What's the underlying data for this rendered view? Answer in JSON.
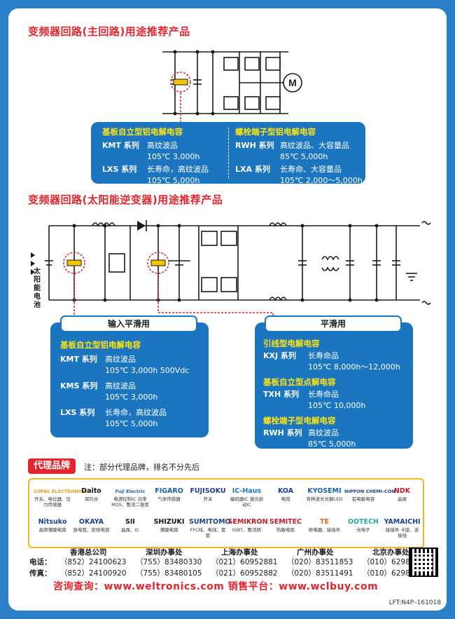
{
  "section1": {
    "title": "变频器回路(主回路)用途推荐产品",
    "motor_label": "M",
    "box": {
      "left_title": "基板自立型铝电解电容",
      "left_items": [
        {
          "name": "KMT 系列",
          "desc1": "高纹波品",
          "desc2": "105℃ 3,000h"
        },
        {
          "name": "LXS 系列",
          "desc1": "长寿命，高纹波品",
          "desc2": "105℃ 5,000h"
        }
      ],
      "right_title": "螺栓端子型铝电解电容",
      "right_items": [
        {
          "name": "RWH 系列",
          "desc1": "高纹波品、大容量品",
          "desc2": "85℃ 5,000h"
        },
        {
          "name": "LXA 系列",
          "desc1": "长寿命、大容量品",
          "desc2": "105℃ 2,000～5,000h"
        }
      ]
    }
  },
  "section2": {
    "title": "变频器回路(太阳能逆变器)用途推荐产品",
    "solar_label": "太阳能电池",
    "input_box": {
      "head": "输入平滑用",
      "title": "基板自立型铝电解电容",
      "items": [
        {
          "name": "KMT 系列",
          "desc1": "高纹波品",
          "desc2": "105℃ 3,000h 500Vdc"
        },
        {
          "name": "KMS 系列",
          "desc1": "高纹波品",
          "desc2": "105℃ 3,000h"
        },
        {
          "name": "LXS 系列",
          "desc1": "长寿命，高纹波品",
          "desc2": "105℃ 5,000h"
        }
      ]
    },
    "smooth_box": {
      "head": "平滑用",
      "groups": [
        {
          "title": "引线型电解电容",
          "name": "KXJ 系列",
          "desc1": "长寿命品",
          "desc2": "105℃ 8,000h～12,000h"
        },
        {
          "title": "基板自立型点解电容",
          "name": "TXH 系列",
          "desc1": "长寿命品",
          "desc2": "105℃ 10,000h"
        },
        {
          "title": "螺栓端子型电解电容",
          "name": "RWH 系列",
          "desc1": "高纹波品",
          "desc2": "85℃ 5,000h"
        }
      ]
    }
  },
  "agents": {
    "tag": "代理品牌",
    "note": "注：部分代理品牌，排名不分先后",
    "brands_row1": [
      {
        "logo": "COPAL ELECTRONICS",
        "desc": "开关、电位器、压力传感器",
        "color": "#e39a1c"
      },
      {
        "logo": "Daito",
        "desc": "保险丝",
        "color": "#111111"
      },
      {
        "logo": "Fuji Electric",
        "desc": "电源控制IC 功率MOS、整流二极管",
        "color": "#1d5ea8"
      },
      {
        "logo": "FIGARO",
        "desc": "气体传感器",
        "color": "#1d5ea8"
      },
      {
        "logo": "FUJISOKU",
        "desc": "开关",
        "color": "#1d3f8a"
      },
      {
        "logo": "IC-Haus",
        "desc": "编码器IC 激光驱动IC",
        "color": "#1b76bf"
      },
      {
        "logo": "KOA",
        "desc": "电阻",
        "color": "#1d3f8a"
      },
      {
        "logo": "KYOSEMI",
        "desc": "各种波长光敏LED",
        "color": "#1d5ea8"
      },
      {
        "logo": "NIPPON CHEMI-CON",
        "desc": "铝电解电容",
        "color": "#1d3f8a"
      },
      {
        "logo": "NDK",
        "desc": "晶振",
        "color": "#c11b24"
      }
    ],
    "brands_row2": [
      {
        "logo": "Nitsuko",
        "desc": "高频薄膜电容",
        "color": "#1d3f8a"
      },
      {
        "logo": "OKAYA",
        "desc": "放电管、安规电容",
        "color": "#1d3f8a"
      },
      {
        "logo": "SII",
        "desc": "晶振、IC",
        "color": "#111111"
      },
      {
        "logo": "SHIZUKI",
        "desc": "薄膜电容",
        "color": "#111111"
      },
      {
        "logo": "SUMITOMO",
        "desc": "FFC线、电线、套管",
        "color": "#1d3f8a"
      },
      {
        "logo": "SEMIKRON",
        "desc": "IGBT、整流桥",
        "color": "#c11b24"
      },
      {
        "logo": "SEMITEC",
        "desc": "热敏电阻",
        "color": "#c11b24"
      },
      {
        "logo": "TE",
        "desc": "继电器、接插件",
        "color": "#e36a1c"
      },
      {
        "logo": "OOTECH",
        "desc": "光电子",
        "color": "#2aa5a0"
      },
      {
        "logo": "YAMAICHI",
        "desc": "接插件 卡座、连接线",
        "color": "#1d3f8a"
      }
    ]
  },
  "offices": {
    "labels": {
      "phone": "电话：",
      "fax": "传真："
    },
    "list": [
      {
        "name": "香港总公司",
        "phone": "（852）24100623",
        "fax": "（852）24100920"
      },
      {
        "name": "深圳办事处",
        "phone": "（755）83480330",
        "fax": "（755）83480105"
      },
      {
        "name": "上海办事处",
        "phone": "（021）60952881",
        "fax": "（021）60952882"
      },
      {
        "name": "广州办事处",
        "phone": "（020）83511853",
        "fax": "（020）83511491"
      },
      {
        "name": "北京办事处",
        "phone": "（010）62982798",
        "fax": "（010）62980880"
      }
    ]
  },
  "contact": "咨询查询：www.weltronics.com   销售平台：www.wclbuy.com",
  "doc_code": "LFT:N4P–161018"
}
